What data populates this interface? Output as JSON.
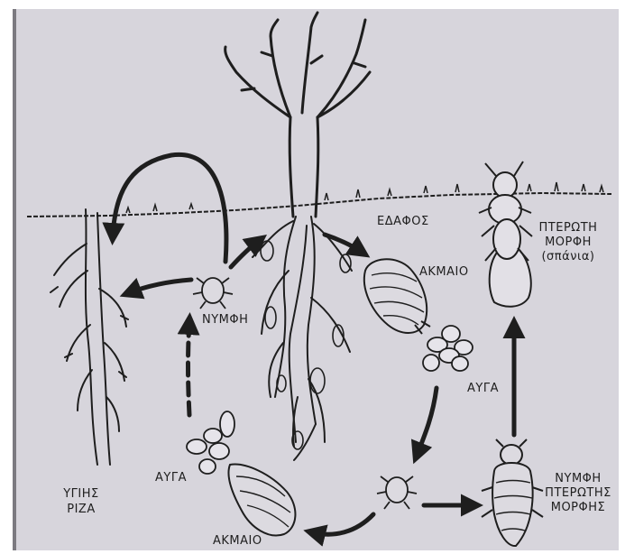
{
  "labels": {
    "soil": "ΕΔΑΦΟΣ",
    "adult_top": "ΑΚΜΑΙΟ",
    "eggs_right": "ΑΥΓΑ",
    "winged_1": "ΠΤΕΡΩΤΗ",
    "winged_2": "ΜΟΡΦΗ",
    "winged_3": "(σπάνια)",
    "nymph_left": "ΝΥΜΦΗ",
    "eggs_left": "ΑΥΓΑ",
    "healthy_1": "ΥΓΙΗΣ",
    "healthy_2": "ΡΙΖΑ",
    "adult_bottom": "ΑΚΜΑΙΟ",
    "nymph_w_1": "ΝΥΜΦΗ",
    "nymph_w_2": "ΠΤΕΡΩΤΗΣ",
    "nymph_w_3": "ΜΟΡΦΗΣ"
  },
  "colors": {
    "background": "#d7d5dc",
    "ink": "#1e1e1e"
  }
}
